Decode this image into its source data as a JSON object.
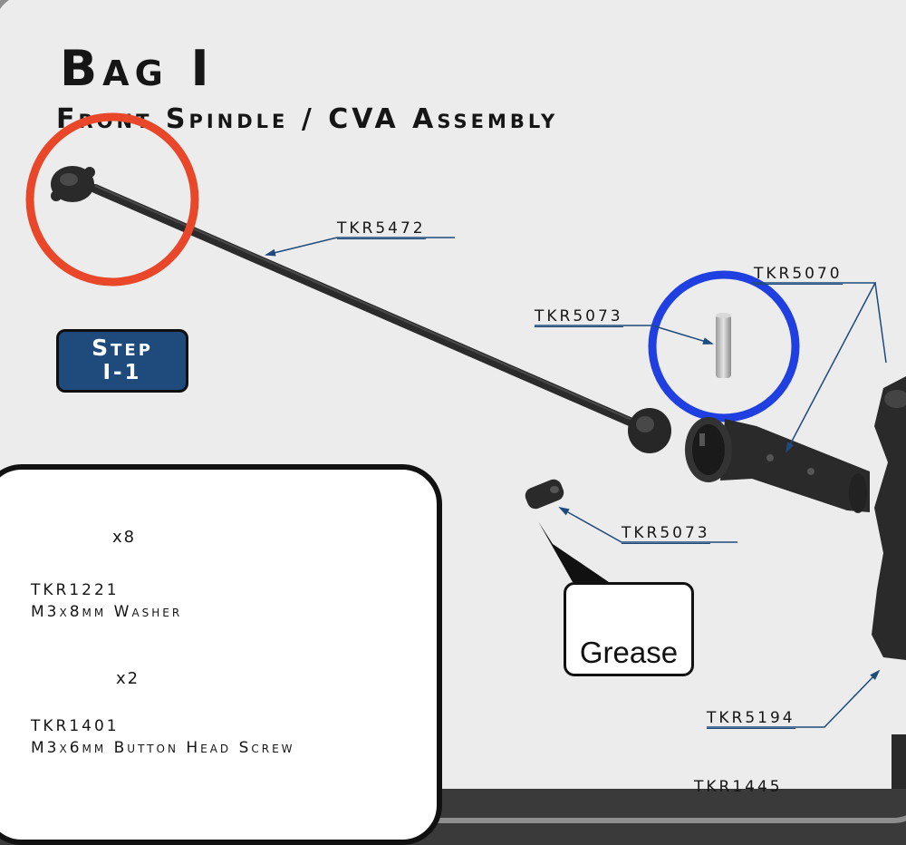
{
  "header": {
    "title": "Bag I",
    "subtitle": "Front Spindle / CVA Assembly"
  },
  "step": {
    "line1": "Step",
    "line2": "I-1"
  },
  "hardware": [
    {
      "part": "TKR1221",
      "description": "M3x8mm Washer",
      "quantity": "x8"
    },
    {
      "part": "TKR1401",
      "description": "M3x6mm Button Head Screw",
      "quantity": "x2"
    }
  ],
  "callouts": {
    "grease": "Grease"
  },
  "part_labels": {
    "driveshaft": "TKR5472",
    "pin_upper": "TKR5073",
    "cup": "TKR5070",
    "pin_lower": "TKR5073",
    "spindle": "TKR5194",
    "bottom_partial": "TKR1445"
  },
  "colors": {
    "step_badge": "#1e4a7c",
    "leader_lines": "#1e4a7c",
    "highlight_red": "#e8472a",
    "highlight_blue": "#1f3fe0",
    "parts": "#2a2a2a"
  },
  "icons": [
    "washer-icon",
    "button-head-screw-icon",
    "grease-drop-icon"
  ]
}
